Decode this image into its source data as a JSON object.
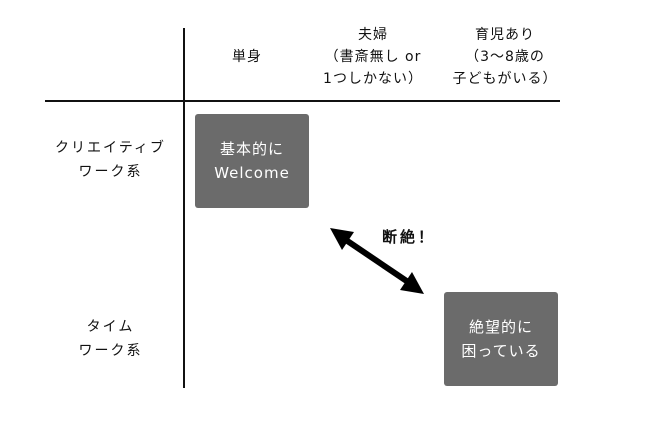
{
  "columns": [
    {
      "lines": [
        "単身"
      ]
    },
    {
      "lines": [
        "夫婦",
        "（書斎無し or",
        "1つしかない）"
      ]
    },
    {
      "lines": [
        "育児あり",
        "（3〜8歳の",
        "子どもがいる）"
      ]
    }
  ],
  "rows": [
    {
      "lines": [
        "クリエイティブ",
        "ワーク系"
      ]
    },
    {
      "lines": [
        "タイム",
        "ワーク系"
      ]
    }
  ],
  "boxes": {
    "welcome": {
      "lines": [
        "基本的に",
        "Welcome"
      ]
    },
    "trouble": {
      "lines": [
        "絶望的に",
        "困っている"
      ]
    }
  },
  "annotation": "断絶！",
  "colors": {
    "box": "#6b6b6b",
    "line": "#111111",
    "arrow": "#000000"
  },
  "icons": {
    "connector": "double-headed-arrow"
  }
}
